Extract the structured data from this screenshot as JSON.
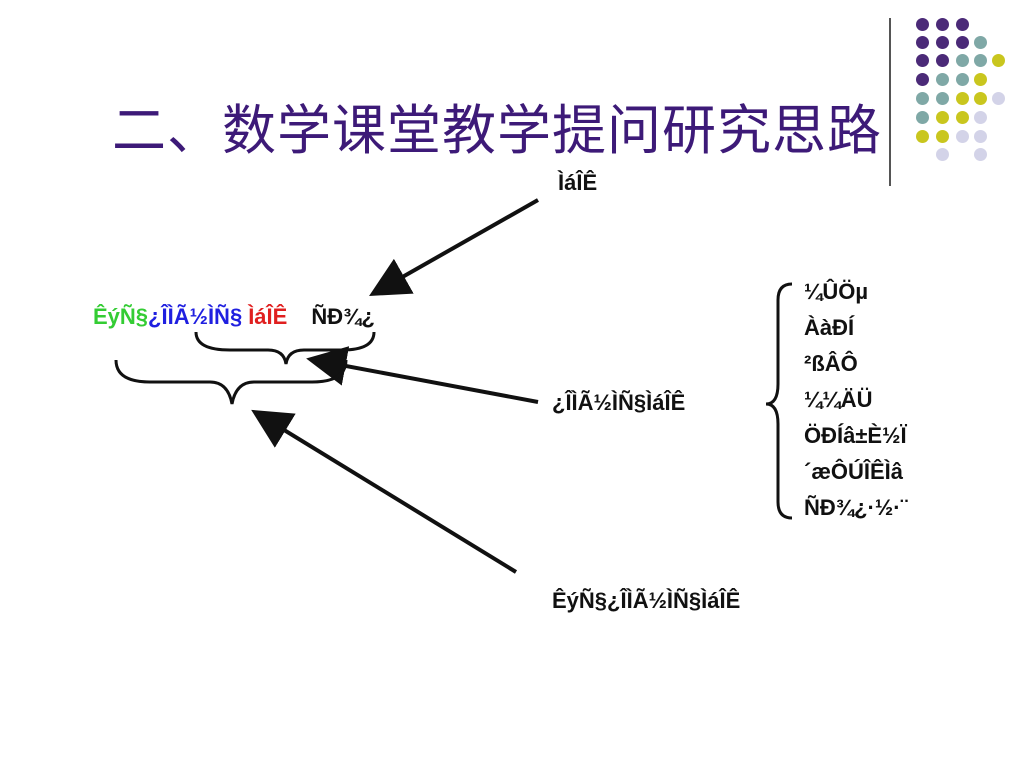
{
  "slide": {
    "title": "二、数学课堂教学提问研究思路"
  },
  "diagram": {
    "top_label": "ÌáÎÊ",
    "formula": {
      "green_part": "ÊýÑ§",
      "blue_part": "¿ÎÌÃ½ÌÑ§",
      "red_part": "ÌáÎÊ",
      "suffix": "ÑÐ¾¿"
    },
    "middle_label": "¿ÎÌÃ½ÌÑ§ÌáÎÊ",
    "bottom_label": "ÊýÑ§¿ÎÌÃ½ÌÑ§ÌáÎÊ",
    "branches": [
      "¼ÛÖµ",
      "ÀàÐÍ",
      "²ßÂÔ",
      "¼¼ÄÜ",
      "ÖÐÍâ±È½Ï",
      "´æÔÚÎÊÌâ",
      "ÑÐ¾¿·½·¨"
    ]
  },
  "colors": {
    "title": "#3d1a78",
    "green": "#33cc33",
    "blue": "#1f1fe0",
    "red": "#e01f1f",
    "purple_dot": "#4b2a78",
    "teal_dot": "#7fa8a6",
    "yellow_dot": "#c9c61e",
    "lavender_dot": "#d3d3e8"
  }
}
